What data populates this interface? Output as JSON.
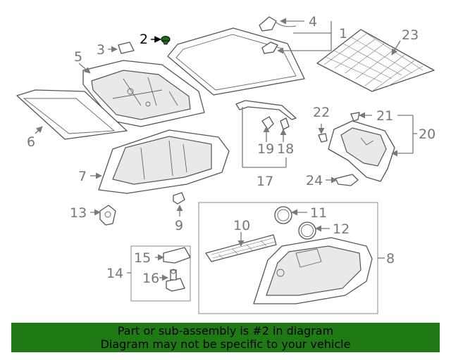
{
  "highlight_color": "#1f7a16",
  "active_part": "2",
  "callouts": {
    "c1": "1",
    "c2": "2",
    "c3": "3",
    "c4": "4",
    "c5": "5",
    "c6": "6",
    "c7": "7",
    "c8": "8",
    "c9": "9",
    "c10": "10",
    "c11": "11",
    "c12": "12",
    "c13": "13",
    "c14": "14",
    "c15": "15",
    "c16": "16",
    "c17": "17",
    "c18": "18",
    "c19": "19",
    "c20": "20",
    "c21": "21",
    "c22": "22",
    "c23": "23",
    "c24": "24"
  },
  "banner": {
    "line1": "Part or sub-assembly is #2 in diagram",
    "line2": "Diagram may not be specific to your vehicle"
  }
}
